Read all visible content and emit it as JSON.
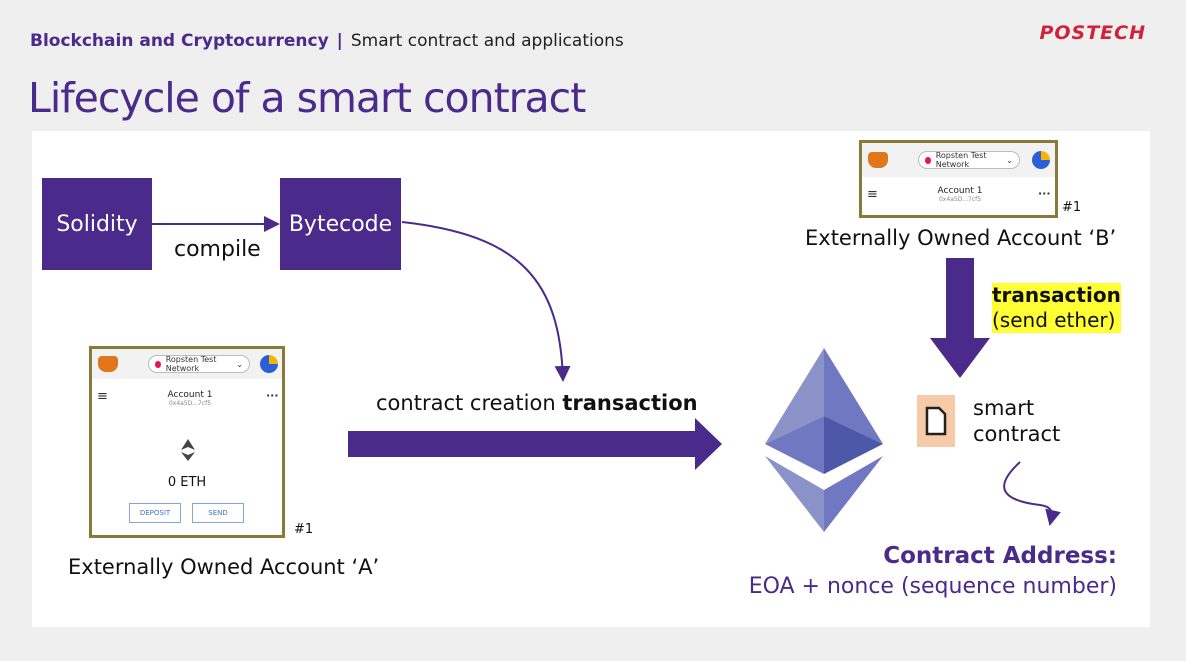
{
  "header": {
    "course": "Blockchain and Cryptocurrency",
    "separator": "|",
    "topic": "Smart contract and applications",
    "logo": "POSTECH"
  },
  "title": "Lifecycle of a smart contract",
  "diagram": {
    "solidity": "Solidity",
    "compile": "compile",
    "bytecode": "Bytecode",
    "creation_text": "contract creation",
    "creation_bold": "transaction",
    "eoa_a": "Externally Owned Account ‘A’",
    "eoa_b": "Externally Owned Account ‘B’",
    "tx_label": "transaction",
    "tx_sub": "(send ether)",
    "smart_contract_1": "smart",
    "smart_contract_2": "contract",
    "contract_address": "Contract Address:",
    "address_formula": "EOA + nonce (sequence number)",
    "note_a": "#1",
    "note_b": "#1"
  },
  "wallet_a": {
    "network": "Ropsten Test Network",
    "account": "Account 1",
    "address": "0x4a5D...7cf5",
    "balance": "0 ETH",
    "deposit": "DEPOSIT",
    "send": "SEND"
  },
  "wallet_b": {
    "network": "Ropsten Test Network",
    "account": "Account 1",
    "address": "0x4a5D...7cf5"
  },
  "colors": {
    "purple": "#4a2a8a",
    "highlight": "#ffff33",
    "logo_red": "#d1213b"
  }
}
